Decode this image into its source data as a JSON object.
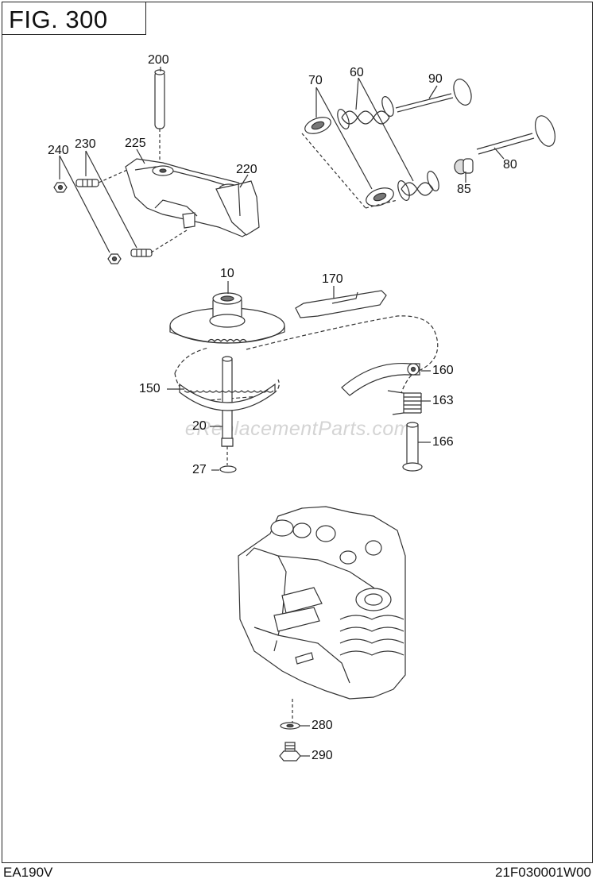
{
  "figure": {
    "title": "FIG. 300"
  },
  "footer": {
    "model": "EA190V",
    "code": "21F030001W00"
  },
  "watermark": "eReplacementParts.com",
  "callouts": {
    "c10": "10",
    "c20": "20",
    "c27": "27",
    "c60": "60",
    "c70": "70",
    "c80": "80",
    "c85": "85",
    "c90": "90",
    "c150": "150",
    "c160": "160",
    "c163": "163",
    "c166": "166",
    "c170": "170",
    "c200": "200",
    "c220": "220",
    "c225": "225",
    "c230": "230",
    "c240": "240",
    "c280": "280",
    "c290": "290"
  }
}
